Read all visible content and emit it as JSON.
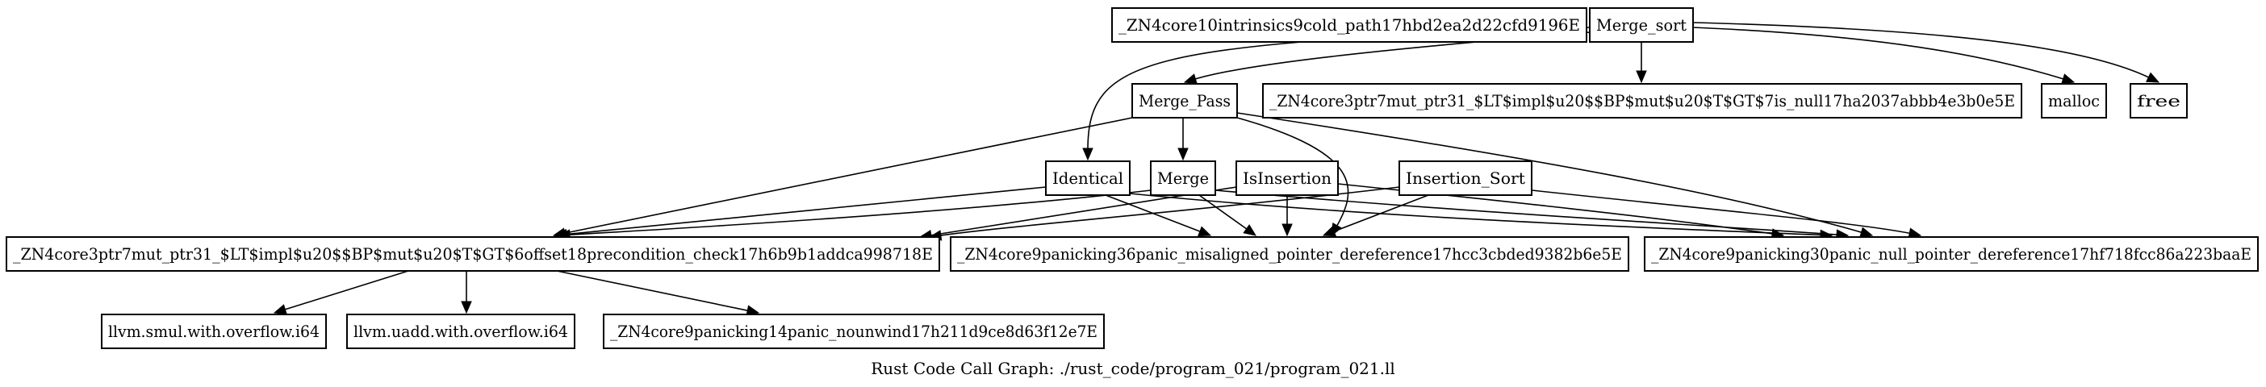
{
  "graph": {
    "caption": "Rust Code Call Graph: ./rust_code/program_021/program_021.ll",
    "nodes": [
      {
        "id": "cold_path",
        "label": "_ZN4core10intrinsics9cold_path17hbd2ea2d22cfd9196E"
      },
      {
        "id": "merge_sort",
        "label": "Merge_sort"
      },
      {
        "id": "merge_pass",
        "label": "Merge_Pass"
      },
      {
        "id": "is_null",
        "label": "_ZN4core3ptr7mut_ptr31_$LT$impl$u20$$BP$mut$u20$T$GT$7is_null17ha2037abbb4e3b0e5E"
      },
      {
        "id": "malloc",
        "label": "malloc"
      },
      {
        "id": "free",
        "label": "free"
      },
      {
        "id": "identical",
        "label": "Identical"
      },
      {
        "id": "merge",
        "label": "Merge"
      },
      {
        "id": "is_insertion",
        "label": "IsInsertion"
      },
      {
        "id": "insertion_sort",
        "label": "Insertion_Sort"
      },
      {
        "id": "offset_check",
        "label": "_ZN4core3ptr7mut_ptr31_$LT$impl$u20$$BP$mut$u20$T$GT$6offset18precondition_check17h6b9b1addca998718E"
      },
      {
        "id": "panic_misaligned",
        "label": "_ZN4core9panicking36panic_misaligned_pointer_dereference17hcc3cbded9382b6e5E"
      },
      {
        "id": "panic_null",
        "label": "_ZN4core9panicking30panic_null_pointer_dereference17hf718fcc86a223baaE"
      },
      {
        "id": "smul",
        "label": "llvm.smul.with.overflow.i64"
      },
      {
        "id": "uadd",
        "label": "llvm.uadd.with.overflow.i64"
      },
      {
        "id": "panic_nounwind",
        "label": "_ZN4core9panicking14panic_nounwind17h211d9ce8d63f12e7E"
      }
    ],
    "edges": [
      {
        "from": "merge_sort",
        "to": "identical"
      },
      {
        "from": "merge_sort",
        "to": "merge_pass"
      },
      {
        "from": "merge_sort",
        "to": "is_null"
      },
      {
        "from": "merge_sort",
        "to": "malloc"
      },
      {
        "from": "merge_sort",
        "to": "free"
      },
      {
        "from": "merge_pass",
        "to": "merge"
      },
      {
        "from": "merge_pass",
        "to": "offset_check"
      },
      {
        "from": "merge_pass",
        "to": "panic_misaligned"
      },
      {
        "from": "merge_pass",
        "to": "panic_null"
      },
      {
        "from": "identical",
        "to": "offset_check"
      },
      {
        "from": "identical",
        "to": "panic_misaligned"
      },
      {
        "from": "identical",
        "to": "panic_null"
      },
      {
        "from": "merge",
        "to": "offset_check"
      },
      {
        "from": "merge",
        "to": "panic_misaligned"
      },
      {
        "from": "merge",
        "to": "panic_null"
      },
      {
        "from": "is_insertion",
        "to": "offset_check"
      },
      {
        "from": "is_insertion",
        "to": "panic_misaligned"
      },
      {
        "from": "is_insertion",
        "to": "panic_null"
      },
      {
        "from": "insertion_sort",
        "to": "offset_check"
      },
      {
        "from": "insertion_sort",
        "to": "panic_misaligned"
      },
      {
        "from": "insertion_sort",
        "to": "panic_null"
      },
      {
        "from": "offset_check",
        "to": "smul"
      },
      {
        "from": "offset_check",
        "to": "uadd"
      },
      {
        "from": "offset_check",
        "to": "panic_nounwind"
      }
    ]
  }
}
